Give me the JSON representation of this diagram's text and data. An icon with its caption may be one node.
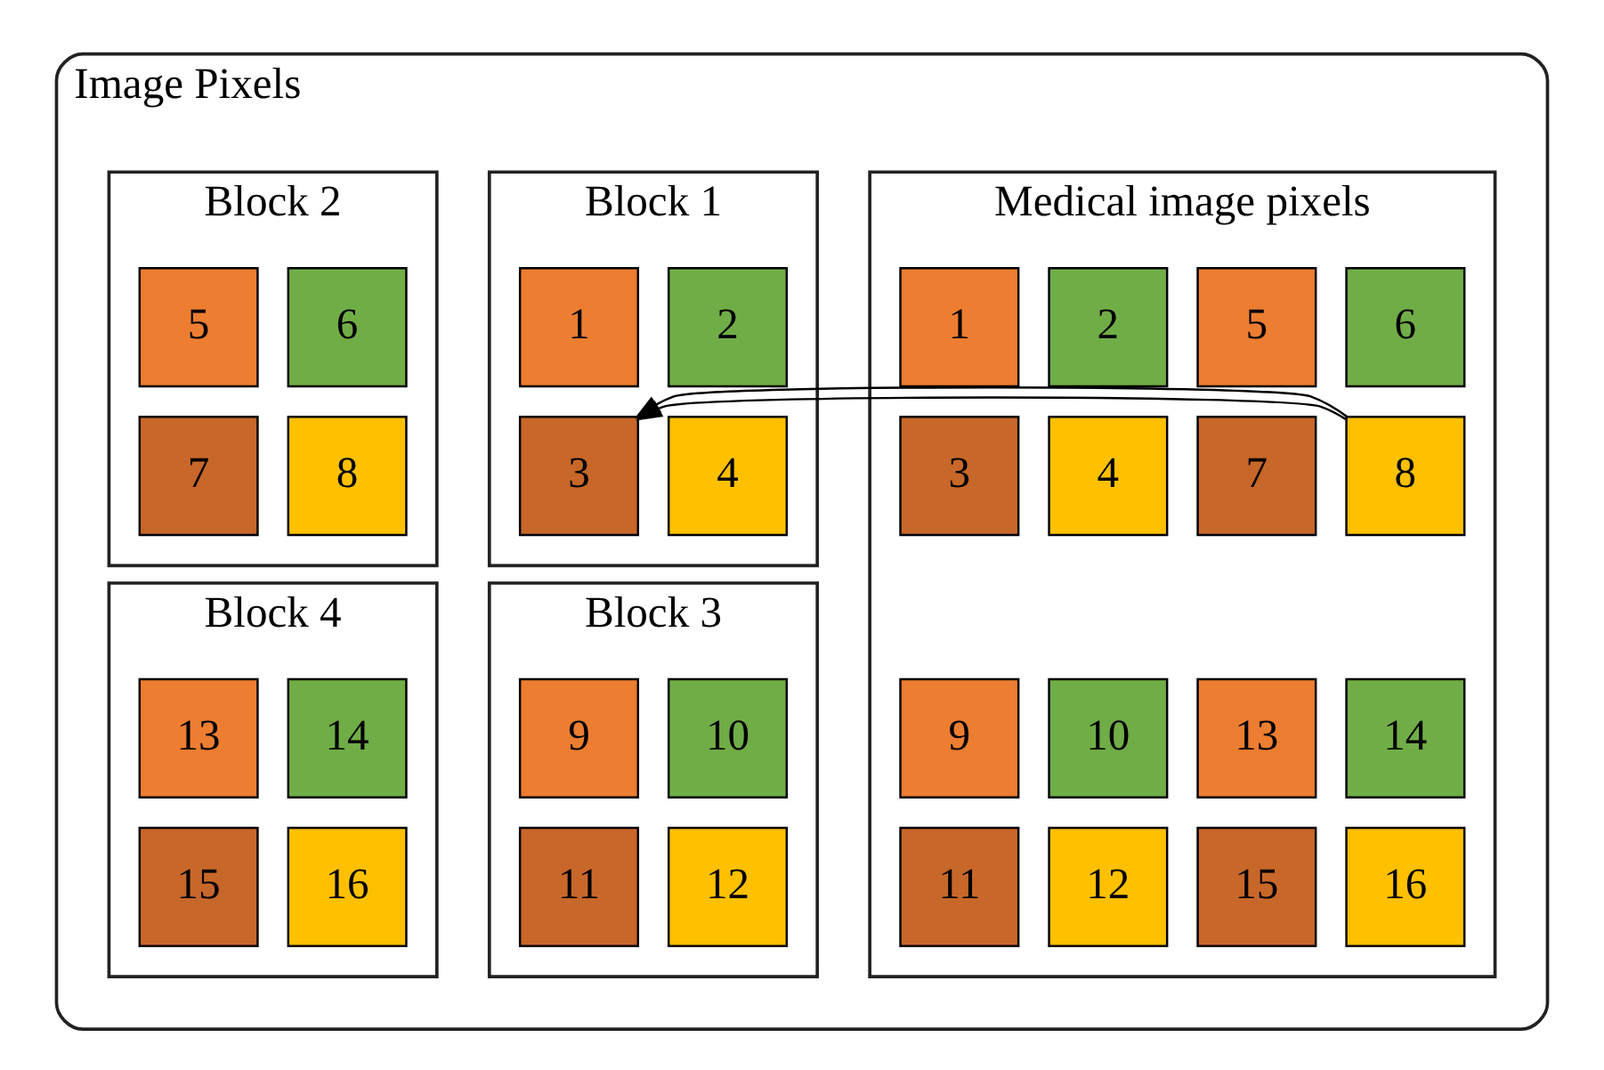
{
  "diagram": {
    "nodes": [
      {
        "text": [
          "Image Pixels"
        ]
      },
      {
        "text": [
          "Medical image pixels"
        ],
        "in": 0
      },
      {
        "text": [
          "1"
        ],
        "in": 1
      },
      {
        "text": [
          "2"
        ],
        "in": 1
      },
      {
        "text": [
          "5"
        ],
        "in": 1
      },
      {
        "text": [
          "6"
        ],
        "in": 1
      },
      {
        "text": [
          "3"
        ],
        "in": 1
      },
      {
        "text": [
          "4"
        ],
        "in": 1
      },
      {
        "text": [
          "7"
        ],
        "in": 1
      },
      {
        "text": [
          "8"
        ],
        "in": 1
      },
      {
        "text": [
          "9"
        ],
        "in": 1
      },
      {
        "text": [
          "10"
        ],
        "in": 1
      },
      {
        "text": [
          "13"
        ],
        "in": 1
      },
      {
        "text": [
          "14"
        ],
        "in": 1
      },
      {
        "text": [
          "11"
        ],
        "in": 1
      },
      {
        "text": [
          "12"
        ],
        "in": 1
      },
      {
        "text": [
          "15"
        ],
        "in": 1
      },
      {
        "text": [
          "16"
        ],
        "in": 1
      },
      {
        "text": [
          "Block 1"
        ],
        "in": 0
      },
      {
        "text": [
          "1"
        ],
        "in": 18
      },
      {
        "text": [
          "2"
        ],
        "in": 18
      },
      {
        "text": [
          "3"
        ],
        "in": 18
      },
      {
        "text": [
          "4"
        ],
        "in": 18
      },
      {
        "text": [
          "Block 2"
        ],
        "in": 0
      },
      {
        "text": [
          "5"
        ],
        "in": 23
      },
      {
        "text": [
          "6"
        ],
        "in": 23
      },
      {
        "text": [
          "7"
        ],
        "in": 23
      },
      {
        "text": [
          "8"
        ],
        "in": 23
      },
      {
        "text": [
          "Block 3"
        ],
        "in": 0
      },
      {
        "text": [
          "9"
        ],
        "in": 28
      },
      {
        "text": [
          "10"
        ],
        "in": 28
      },
      {
        "text": [
          "11"
        ],
        "in": 28
      },
      {
        "text": [
          "12"
        ],
        "in": 28
      },
      {
        "text": [
          "Block 4"
        ],
        "in": 0
      },
      {
        "text": [
          "13"
        ],
        "in": 33
      },
      {
        "text": [
          "14"
        ],
        "in": 33
      },
      {
        "text": [
          "15"
        ],
        "in": 33
      },
      {
        "text": [
          "16"
        ],
        "in": 33
      }
    ],
    "edges": [
      {
        "from": 1,
        "to": 18,
        "arrow": "to"
      }
    ]
  }
}
